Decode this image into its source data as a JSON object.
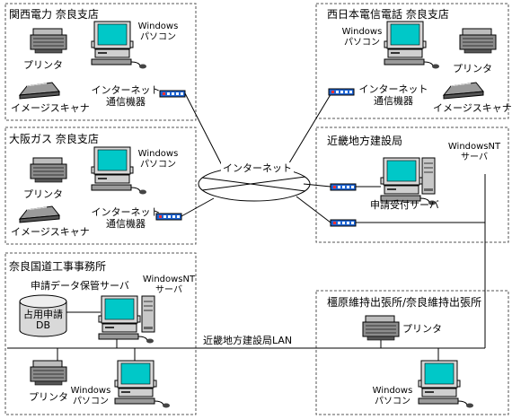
{
  "sites": {
    "kepco": {
      "title": "関西電力 奈良支店",
      "printer": "プリンタ",
      "scanner": "イメージスキャナ",
      "pc_line1": "Windows",
      "pc_line2": "パソコン",
      "router_line1": "インターネット",
      "router_line2": "通信機器"
    },
    "ntt": {
      "title": "西日本電信電話 奈良支店",
      "printer": "プリンタ",
      "scanner": "イメージスキャナ",
      "pc_line1": "Windows",
      "pc_line2": "パソコン",
      "router_line1": "インターネット",
      "router_line2": "通信機器"
    },
    "osaka_gas": {
      "title": "大阪ガス 奈良支店",
      "printer": "プリンタ",
      "scanner": "イメージスキャナ",
      "pc_line1": "Windows",
      "pc_line2": "パソコン",
      "router_line1": "インターネット",
      "router_line2": "通信機器"
    },
    "kinki_bureau": {
      "title": "近畿地方建設局",
      "server_line1": "WindowsNT",
      "server_line2": "サーバ",
      "reception_server": "申請受付サーバ"
    },
    "nara_office": {
      "title": "奈良国道工事事務所",
      "storage_server": "申請データ保管サーバ",
      "db_line1": "占用申請",
      "db_line2": "DB",
      "server_line1": "WindowsNT",
      "server_line2": "サーバ",
      "printer": "プリンタ",
      "pc_line1": "Windows",
      "pc_line2": "パソコン"
    },
    "kashihara": {
      "title": "橿原維持出張所/奈良維持出張所",
      "printer": "プリンタ",
      "pc_line1": "Windows",
      "pc_line2": "パソコン"
    }
  },
  "internet_label": "インターネット",
  "lan_label": "近畿地方建設局LAN"
}
